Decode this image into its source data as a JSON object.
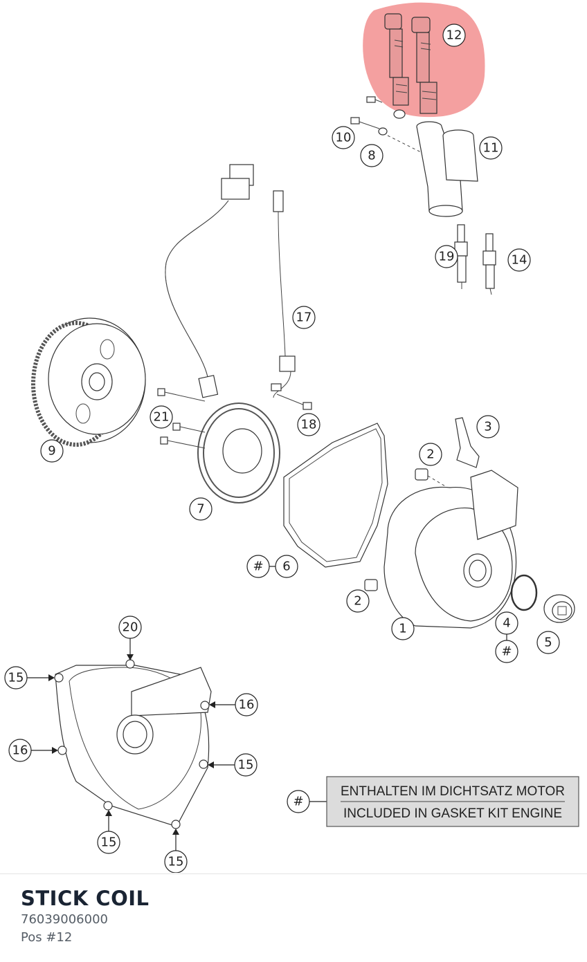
{
  "diagram": {
    "highlight_color": "#f08080",
    "callouts": [
      "12",
      "10",
      "8",
      "11",
      "19",
      "14",
      "17",
      "18",
      "21",
      "9",
      "7",
      "3",
      "2",
      "6",
      "2",
      "1",
      "4",
      "5",
      "20",
      "15",
      "16",
      "16",
      "15",
      "15",
      "15"
    ],
    "hash_symbol": "#",
    "legend": {
      "line1": "ENTHALTEN IM DICHTSATZ MOTOR",
      "line2": "INCLUDED IN GASKET KIT ENGINE"
    }
  },
  "part": {
    "name": "STICK COIL",
    "number": "76039006000",
    "position": "Pos #12"
  }
}
